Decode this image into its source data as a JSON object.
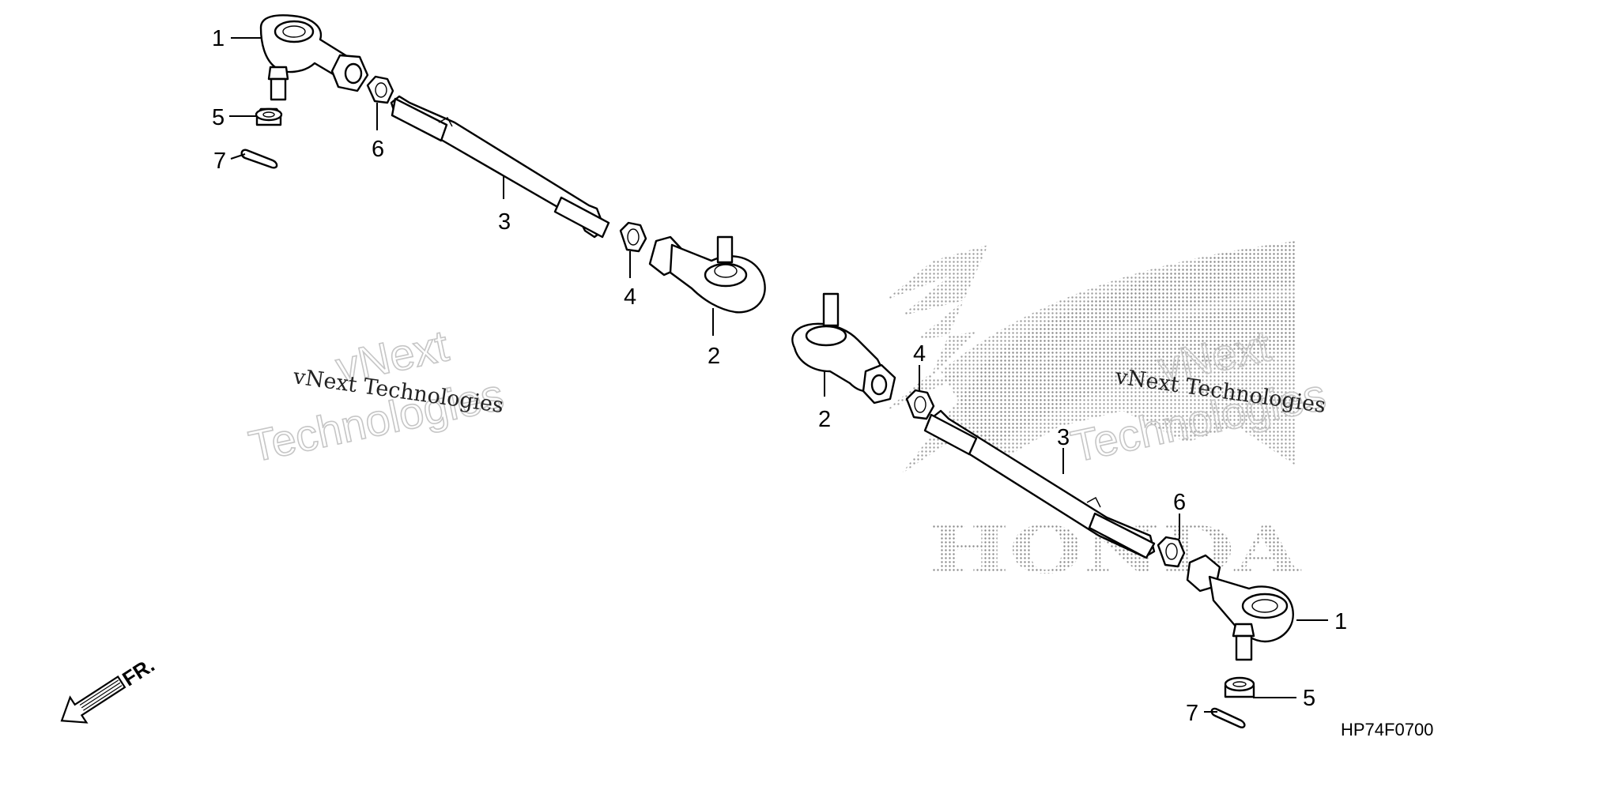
{
  "diagram": {
    "drawing_code": "HP74F0700",
    "front_arrow_label": "FR.",
    "callouts": {
      "left_1": "1",
      "left_5": "5",
      "left_7": "7",
      "left_6": "6",
      "left_3": "3",
      "left_4": "4",
      "left_2": "2",
      "right_2": "2",
      "right_4": "4",
      "right_3": "3",
      "right_6": "6",
      "right_1": "1",
      "right_5": "5",
      "right_7": "7"
    }
  },
  "watermarks": {
    "left_serif": "vNext Technologies",
    "left_outline_1": "vNext",
    "left_outline_2": "Technologies",
    "right_serif": "vNext Technologies",
    "right_outline_1": "vNext",
    "right_outline_2": "Technologies",
    "brand_logo_text": "HONDA"
  },
  "colors": {
    "line": "#000000",
    "background": "#ffffff",
    "logo_dots": "#8a8a8a",
    "watermark_outline": "#c6c6c6"
  }
}
